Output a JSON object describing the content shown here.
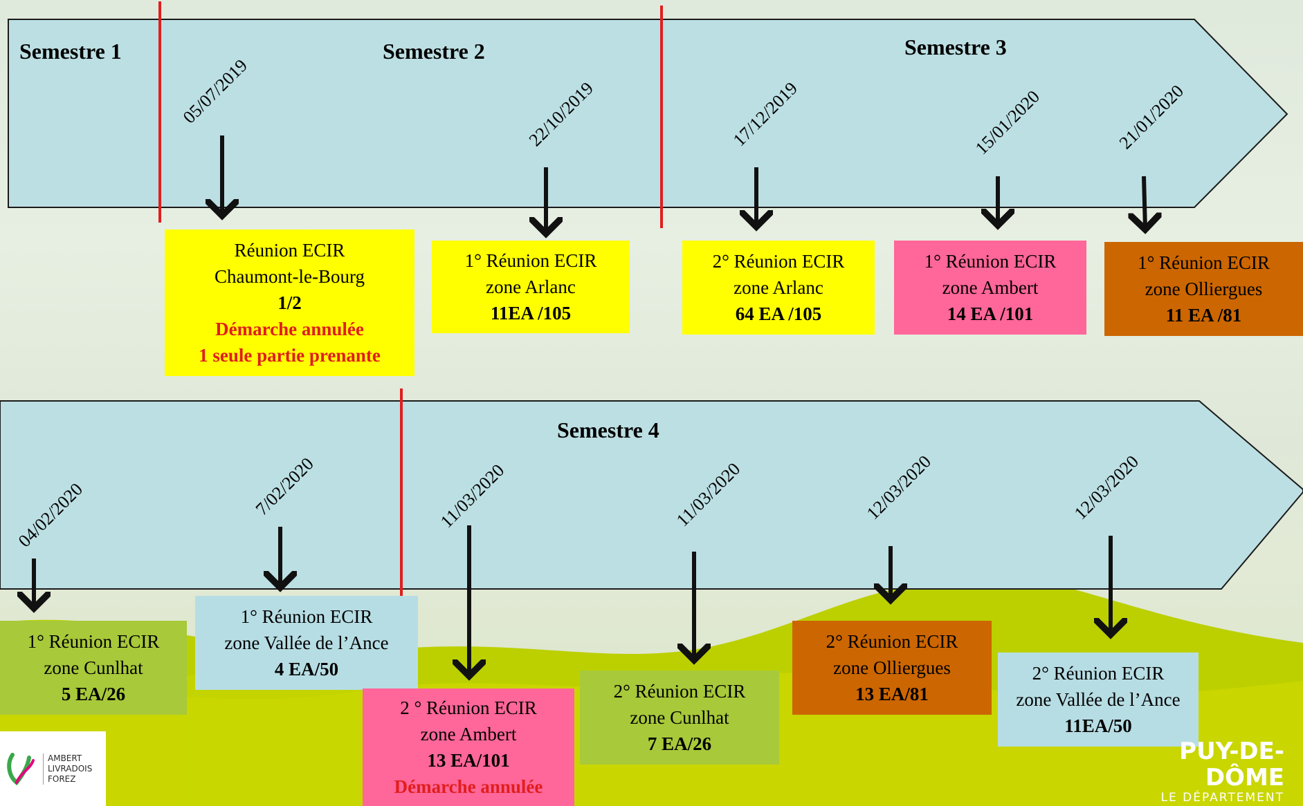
{
  "semesters": {
    "s1": "Semestre 1",
    "s2": "Semestre 2",
    "s3": "Semestre 3",
    "s4": "Semestre 4"
  },
  "dates": {
    "d1": "05/07/2019",
    "d2": "22/10/2019",
    "d3": "17/12/2019",
    "d4": "15/01/2020",
    "d5": "21/01/2020",
    "d6": "04/02/2020",
    "d7": "7/02/2020",
    "d8": "11/03/2020",
    "d9": "11/03/2020",
    "d10": "12/03/2020",
    "d11": "12/03/2020"
  },
  "events": {
    "e1": {
      "l1": "Réunion ECIR",
      "l2": "Chaumont-le-Bourg",
      "l3": "1/2",
      "l4": "Démarche annulée",
      "l5": "1 seule partie prenante"
    },
    "e2": {
      "l1": "1° Réunion ECIR",
      "l2": "zone Arlanc",
      "l3": "11EA /105"
    },
    "e3": {
      "l1": "2° Réunion ECIR",
      "l2": "zone Arlanc",
      "l3": "64 EA /105"
    },
    "e4": {
      "l1": "1° Réunion ECIR",
      "l2": "zone Ambert",
      "l3": "14 EA /101"
    },
    "e5": {
      "l1": "1° Réunion ECIR",
      "l2": "zone Olliergues",
      "l3": "11 EA /81"
    },
    "e6": {
      "l1": "1° Réunion ECIR",
      "l2": "zone Cunlhat",
      "l3": "5 EA/26"
    },
    "e7": {
      "l1": "1° Réunion ECIR",
      "l2": "zone Vallée de l’Ance",
      "l3": "4 EA/50"
    },
    "e8": {
      "l1": "2 ° Réunion ECIR",
      "l2": "zone Ambert",
      "l3": "13 EA/101",
      "l4": "Démarche annulée"
    },
    "e9": {
      "l1": "2° Réunion ECIR",
      "l2": "zone Cunlhat",
      "l3": "7 EA/26"
    },
    "e10": {
      "l1": "2° Réunion ECIR",
      "l2": "zone Olliergues",
      "l3": "13 EA/81"
    },
    "e11": {
      "l1": "2° Réunion ECIR",
      "l2": "zone Vallée de l’Ance",
      "l3": "11EA/50"
    }
  },
  "logos": {
    "left": {
      "l1": "AMBERT",
      "l2": "LIVRADOIS",
      "l3": "FOREZ"
    },
    "right": {
      "l1": "PUY-DE-DÔME",
      "l2": "LE DÉPARTEMENT"
    }
  },
  "colors": {
    "arrow_band": "#bcdfe3",
    "yellow": "#ffff00",
    "pink": "#ff6699",
    "brown": "#cc6600",
    "green": "#a8c93a",
    "light_blue": "#b7dde4",
    "separator_red": "#e01e1e",
    "hill_green": "#c8d400"
  }
}
